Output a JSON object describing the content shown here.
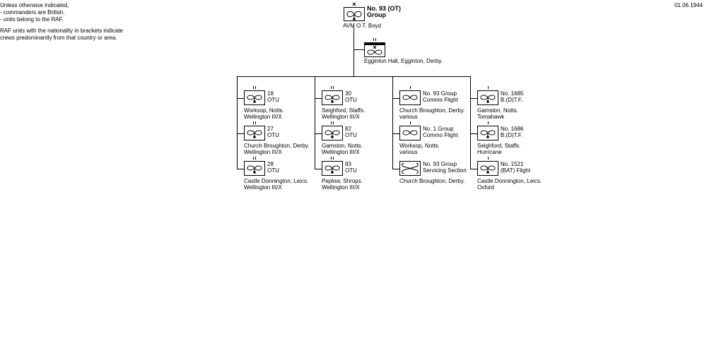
{
  "notes": {
    "line1": "Unless otherwise indicated,",
    "line2": "- commanders are British,",
    "line3": "- units belong to the RAF.",
    "line4": "RAF units with the nationality in brackets indicate",
    "line5": "crews predominantly from that country or area."
  },
  "date": "01.06.1944",
  "hq": {
    "line1": "No. 93 (OT)",
    "line2": "Group",
    "commander": "AVM O.T. Boyd",
    "location": "Egginton Hall, Egginton, Derby."
  },
  "units": [
    {
      "id1": "18",
      "id2": "OTU",
      "loc": "Worksop, Notts.",
      "equip": "Wellington III/X"
    },
    {
      "id1": "27",
      "id2": "OTU",
      "loc": "Church Broughton, Derby.",
      "equip": "Wellington III/X"
    },
    {
      "id1": "28",
      "id2": "OTU",
      "loc": "Castle Donnington, Leics.",
      "equip": "Wellington III/X"
    },
    {
      "id1": "30",
      "id2": "OTU",
      "loc": "Seighford, Staffs.",
      "equip": "Wellington III/X"
    },
    {
      "id1": "82",
      "id2": "OTU",
      "loc": "Gamston, Notts.",
      "equip": "Wellington III/X"
    },
    {
      "id1": "83",
      "id2": "OTU",
      "loc": "Peplow, Shrops.",
      "equip": "Wellington III/X"
    },
    {
      "id1": "No. 93 Group",
      "id2": "Commo Flight",
      "loc": "Church Broughton, Derby.",
      "equip": "various"
    },
    {
      "id1": "No. 1 Group",
      "id2": "Commo Flight",
      "loc": "Worksop, Notts.",
      "equip": "various"
    },
    {
      "id1": "No. 93 Group",
      "id2": "Servicing Section",
      "loc": "Church Broughton, Derby.",
      "equip": ""
    },
    {
      "id1": "No. 1685",
      "id2": "B.(D)T.F.",
      "loc": "Gamston, Notts.",
      "equip": "Tomahawk"
    },
    {
      "id1": "No. 1686",
      "id2": "B.(D)T.F.",
      "loc": "Seighford, Staffs.",
      "equip": "Hurricane"
    },
    {
      "id1": "No. 1521",
      "id2": "(BAT) Flight",
      "loc": "Castle Donnington, Leics.",
      "equip": "Oxford"
    }
  ]
}
